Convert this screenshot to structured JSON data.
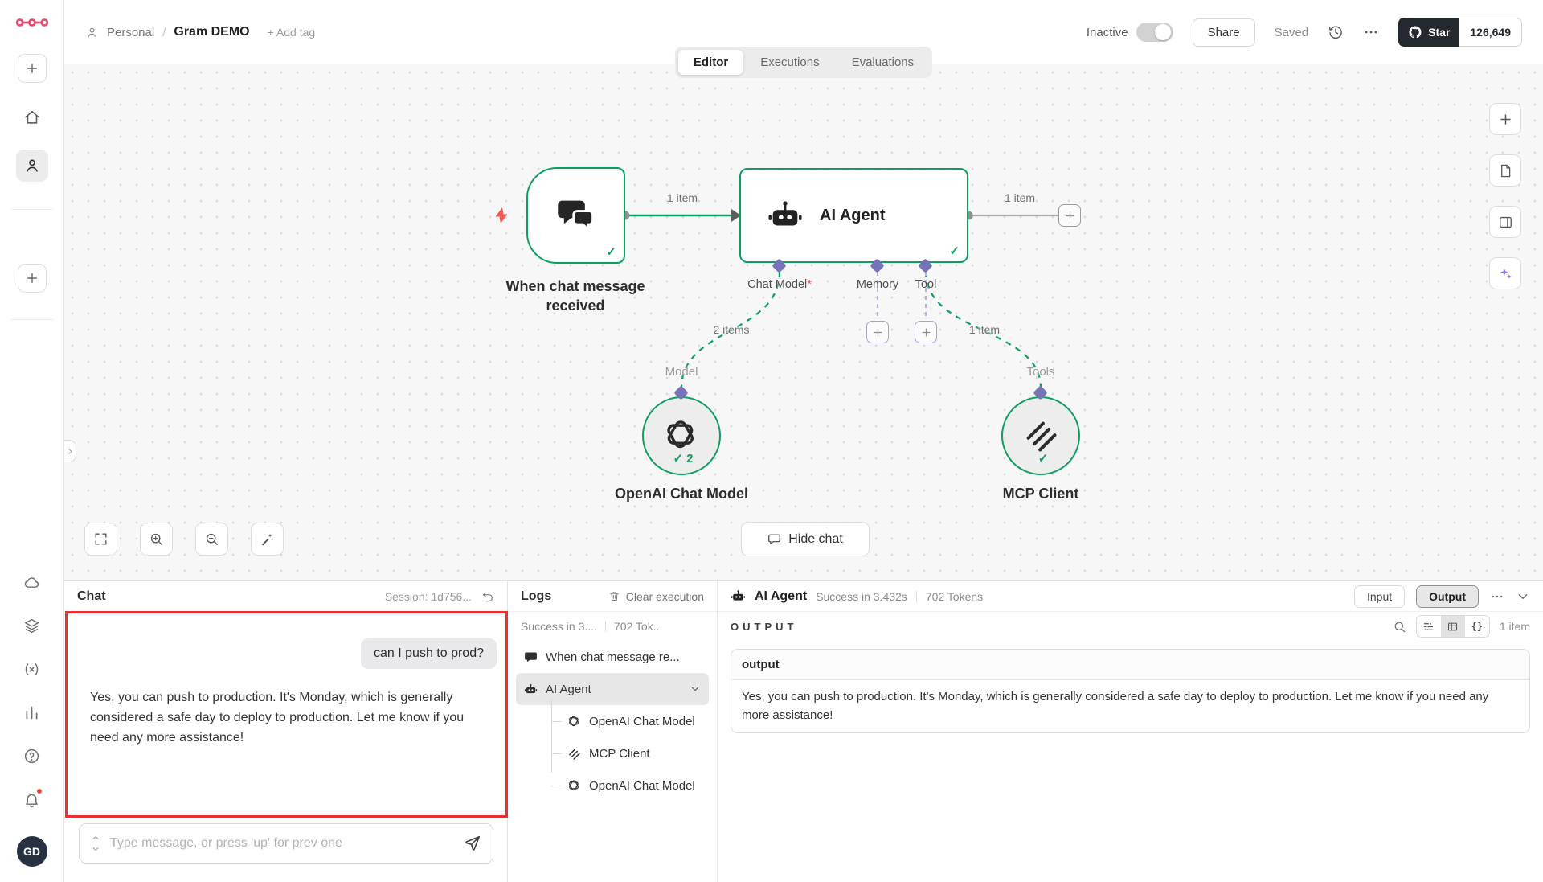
{
  "colors": {
    "success_green": "#0d9f5f",
    "port_indigo": "#7673b8",
    "annotation_red": "#ef2e31",
    "brand_pink": "#ea4b71",
    "github_dark": "#24292f"
  },
  "header": {
    "breadcrumb": {
      "project": "Personal",
      "separator": "/",
      "title": "Gram DEMO",
      "add_tag": "+ Add tag"
    },
    "tabs": [
      {
        "label": "Editor"
      },
      {
        "label": "Executions"
      },
      {
        "label": "Evaluations"
      }
    ],
    "active_toggle_label": "Inactive",
    "share_label": "Share",
    "saved_label": "Saved",
    "github": {
      "star_label": "Star",
      "star_count": "126,649"
    }
  },
  "canvas": {
    "trigger": {
      "title_line1": "When chat message",
      "title_line2": "received",
      "check": "✓"
    },
    "agent": {
      "label": "AI Agent",
      "check": "✓"
    },
    "edges": {
      "trigger_to_agent": "1 item",
      "agent_out": "1 item",
      "model_edge": "2 items",
      "tool_edge": "1 item"
    },
    "ports": {
      "chat_model": "Chat Model",
      "required_mark": "*",
      "memory": "Memory",
      "tool": "Tool"
    },
    "group_labels": {
      "model": "Model",
      "tools": "Tools"
    },
    "openai": {
      "label": "OpenAI Chat Model",
      "check": "✓",
      "run_count": "2"
    },
    "mcp": {
      "label": "MCP Client",
      "check": "✓"
    },
    "hide_chat_label": "Hide chat"
  },
  "chat": {
    "title": "Chat",
    "session": "Session: 1d756...",
    "user_message": "can I push to prod?",
    "bot_message": "Yes, you can push to production. It's Monday, which is generally considered a safe day to deploy to production. Let me know if you need any more assistance!",
    "input_placeholder": "Type message, or press 'up' for prev one"
  },
  "logs": {
    "title": "Logs",
    "clear_label": "Clear execution",
    "summary_status": "Success in 3....",
    "summary_tokens": "702 Tok...",
    "tree": [
      {
        "label": "When chat message re..."
      },
      {
        "label": "AI Agent"
      },
      {
        "label": "OpenAI Chat Model"
      },
      {
        "label": "MCP Client"
      },
      {
        "label": "OpenAI Chat Model"
      }
    ]
  },
  "output": {
    "node_label": "AI Agent",
    "status": "Success in 3.432s",
    "tokens": "702 Tokens",
    "input_label": "Input",
    "output_label": "Output",
    "section_label": "OUTPUT",
    "json_toggle": "{}",
    "items_label": "1 item",
    "table": {
      "column": "output",
      "value": "Yes, you can push to production. It's Monday, which is generally considered a safe day to deploy to production. Let me know if you need any more assistance!"
    }
  },
  "sidebar": {
    "avatar_initials": "GD"
  }
}
